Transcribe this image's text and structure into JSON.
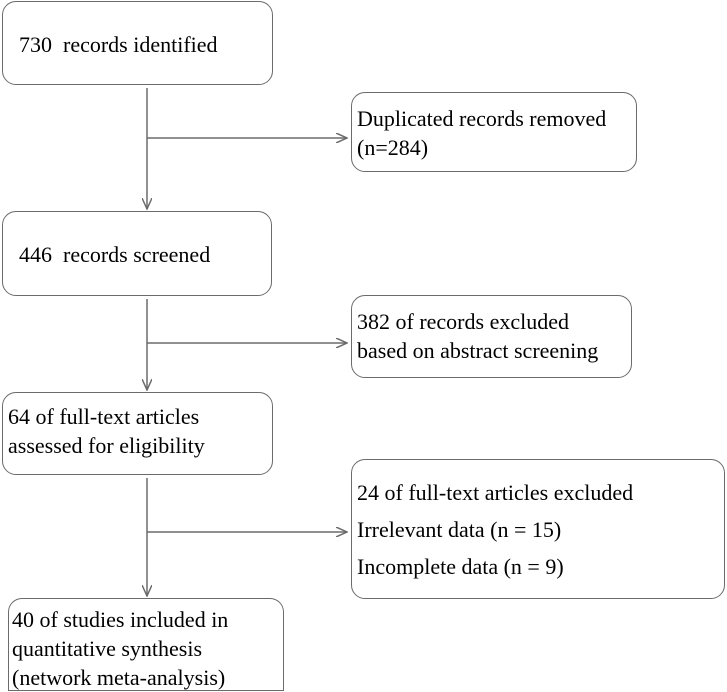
{
  "flow": {
    "identified": {
      "lines": [
        "730  records identified"
      ]
    },
    "duplicates_removed": {
      "lines": [
        "Duplicated records removed",
        "(n=284)"
      ]
    },
    "screened": {
      "lines": [
        "446  records screened"
      ]
    },
    "abstract_excluded": {
      "lines": [
        "382 of records excluded",
        "based on abstract screening"
      ]
    },
    "fulltext_assessed": {
      "lines": [
        "64 of full-text articles",
        "assessed for eligibility"
      ]
    },
    "fulltext_excluded": {
      "lines": [
        "24 of full-text articles excluded",
        "Irrelevant data (n = 15)",
        "Incomplete data (n = 9)"
      ]
    },
    "included": {
      "lines": [
        "40 of studies included in",
        "quantitative synthesis",
        "(network meta-analysis)"
      ]
    }
  },
  "colors": {
    "box_border": "#6b6b6b",
    "arrow": "#6b6b6b",
    "text": "#000000",
    "background": "#ffffff"
  }
}
